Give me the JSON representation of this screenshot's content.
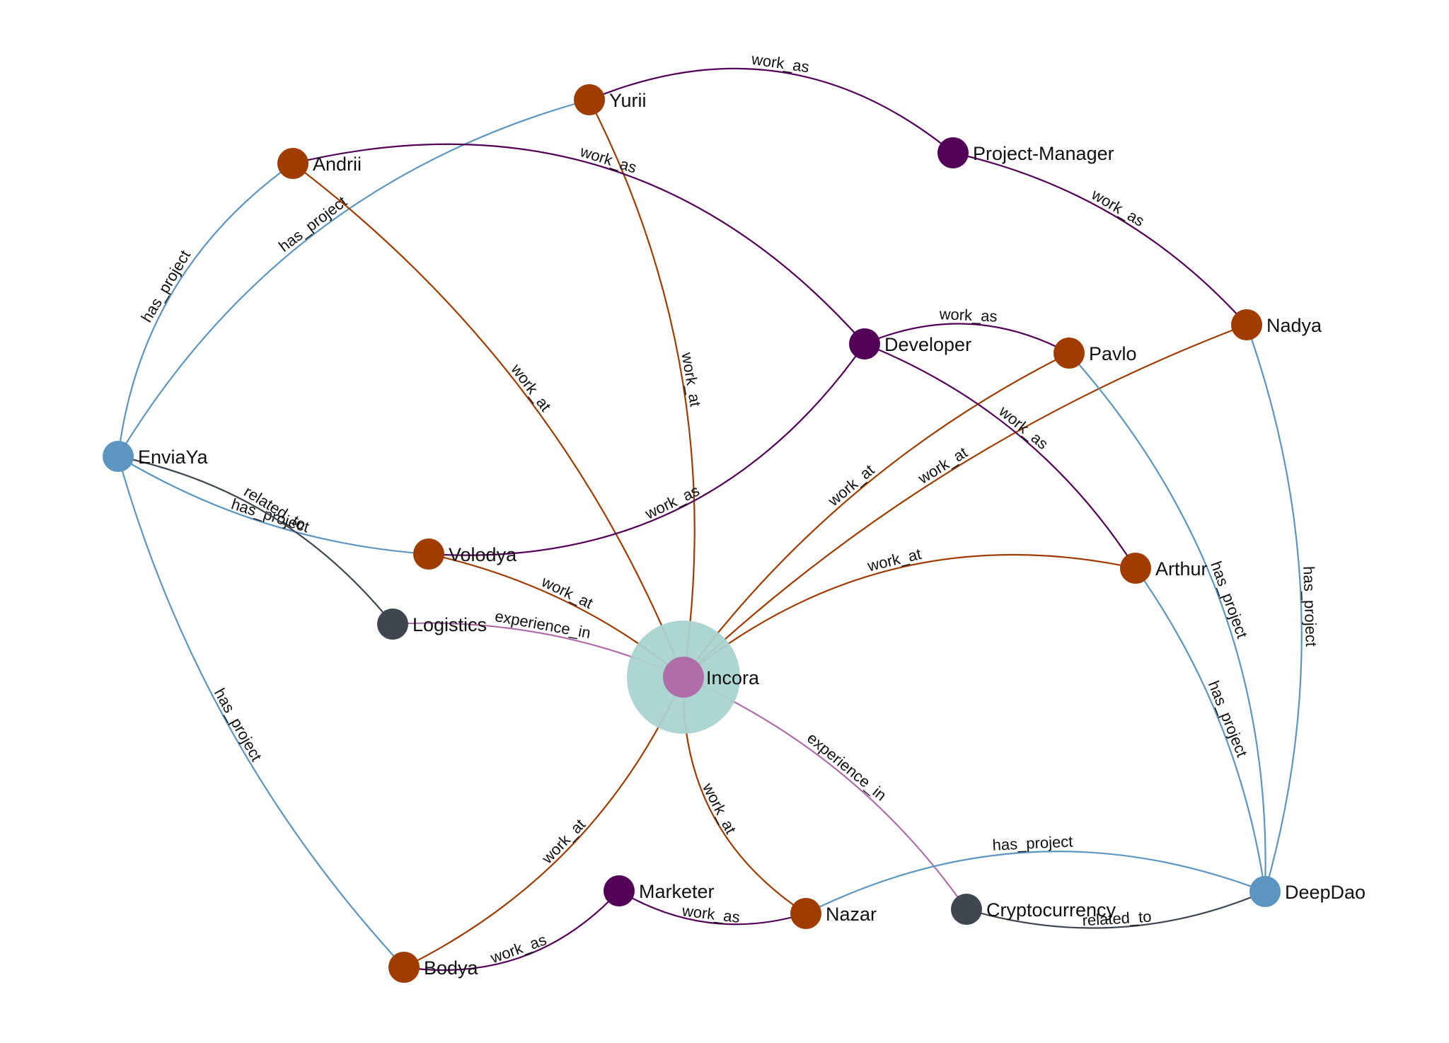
{
  "graph": {
    "colors": {
      "person": "#a03c00",
      "role": "#520058",
      "project": "#5b95c0",
      "domain": "#3f4650",
      "company": "#b06ea8",
      "company_halo": "#a9d3cf",
      "edge_work_at": "#a03c00",
      "edge_work_as": "#520058",
      "edge_has_project": "#5b95c0",
      "edge_related_to": "#3f4650",
      "edge_experience_in": "#b06ea8"
    },
    "nodes": [
      {
        "id": "incora",
        "label": "Incora",
        "kind": "company"
      },
      {
        "id": "yurii",
        "label": "Yurii",
        "kind": "person"
      },
      {
        "id": "andrii",
        "label": "Andrii",
        "kind": "person"
      },
      {
        "id": "volodya",
        "label": "Volodya",
        "kind": "person"
      },
      {
        "id": "pavlo",
        "label": "Pavlo",
        "kind": "person"
      },
      {
        "id": "nadya",
        "label": "Nadya",
        "kind": "person"
      },
      {
        "id": "arthur",
        "label": "Arthur",
        "kind": "person"
      },
      {
        "id": "nazar",
        "label": "Nazar",
        "kind": "person"
      },
      {
        "id": "bodya",
        "label": "Bodya",
        "kind": "person"
      },
      {
        "id": "project-manager",
        "label": "Project-Manager",
        "kind": "role"
      },
      {
        "id": "developer",
        "label": "Developer",
        "kind": "role"
      },
      {
        "id": "marketer",
        "label": "Marketer",
        "kind": "role"
      },
      {
        "id": "enviaya",
        "label": "EnviaYa",
        "kind": "project"
      },
      {
        "id": "deepdao",
        "label": "DeepDao",
        "kind": "project"
      },
      {
        "id": "logistics",
        "label": "Logistics",
        "kind": "domain"
      },
      {
        "id": "cryptocurrency",
        "label": "Cryptocurrency",
        "kind": "domain"
      }
    ],
    "edges": [
      {
        "source": "yurii",
        "target": "project-manager",
        "label": "work_as",
        "type": "work_as"
      },
      {
        "source": "yurii",
        "target": "incora",
        "label": "work_at",
        "type": "work_at"
      },
      {
        "source": "enviaya",
        "target": "yurii",
        "label": "has_project",
        "type": "has_project"
      },
      {
        "source": "andrii",
        "target": "developer",
        "label": "work_as",
        "type": "work_as"
      },
      {
        "source": "andrii",
        "target": "incora",
        "label": "work_at",
        "type": "work_at"
      },
      {
        "source": "enviaya",
        "target": "andrii",
        "label": "has_project",
        "type": "has_project"
      },
      {
        "source": "nadya",
        "target": "project-manager",
        "label": "work_as",
        "type": "work_as"
      },
      {
        "source": "nadya",
        "target": "incora",
        "label": "work_at",
        "type": "work_at"
      },
      {
        "source": "deepdao",
        "target": "nadya",
        "label": "has_project",
        "type": "has_project"
      },
      {
        "source": "pavlo",
        "target": "developer",
        "label": "work_as",
        "type": "work_as"
      },
      {
        "source": "pavlo",
        "target": "incora",
        "label": "work_at",
        "type": "work_at"
      },
      {
        "source": "deepdao",
        "target": "pavlo",
        "label": "has_project",
        "type": "has_project"
      },
      {
        "source": "volodya",
        "target": "developer",
        "label": "work_as",
        "type": "work_as"
      },
      {
        "source": "volodya",
        "target": "incora",
        "label": "work_at",
        "type": "work_at"
      },
      {
        "source": "enviaya",
        "target": "volodya",
        "label": "has_project",
        "type": "has_project"
      },
      {
        "source": "arthur",
        "target": "developer",
        "label": "work_as",
        "type": "work_as"
      },
      {
        "source": "arthur",
        "target": "incora",
        "label": "work_at",
        "type": "work_at"
      },
      {
        "source": "deepdao",
        "target": "arthur",
        "label": "has_project",
        "type": "has_project"
      },
      {
        "source": "enviaya",
        "target": "logistics",
        "label": "related_to",
        "type": "related_to"
      },
      {
        "source": "incora",
        "target": "logistics",
        "label": "experience_in",
        "type": "experience_in"
      },
      {
        "source": "incora",
        "target": "cryptocurrency",
        "label": "experience_in",
        "type": "experience_in"
      },
      {
        "source": "deepdao",
        "target": "cryptocurrency",
        "label": "related_to",
        "type": "related_to"
      },
      {
        "source": "enviaya",
        "target": "bodya",
        "label": "has_project",
        "type": "has_project"
      },
      {
        "source": "bodya",
        "target": "incora",
        "label": "work_at",
        "type": "work_at"
      },
      {
        "source": "bodya",
        "target": "marketer",
        "label": "work_as",
        "type": "work_as"
      },
      {
        "source": "nazar",
        "target": "incora",
        "label": "work_at",
        "type": "work_at"
      },
      {
        "source": "nazar",
        "target": "marketer",
        "label": "work_as",
        "type": "work_as"
      },
      {
        "source": "deepdao",
        "target": "nazar",
        "label": "has_project",
        "type": "has_project"
      }
    ]
  }
}
